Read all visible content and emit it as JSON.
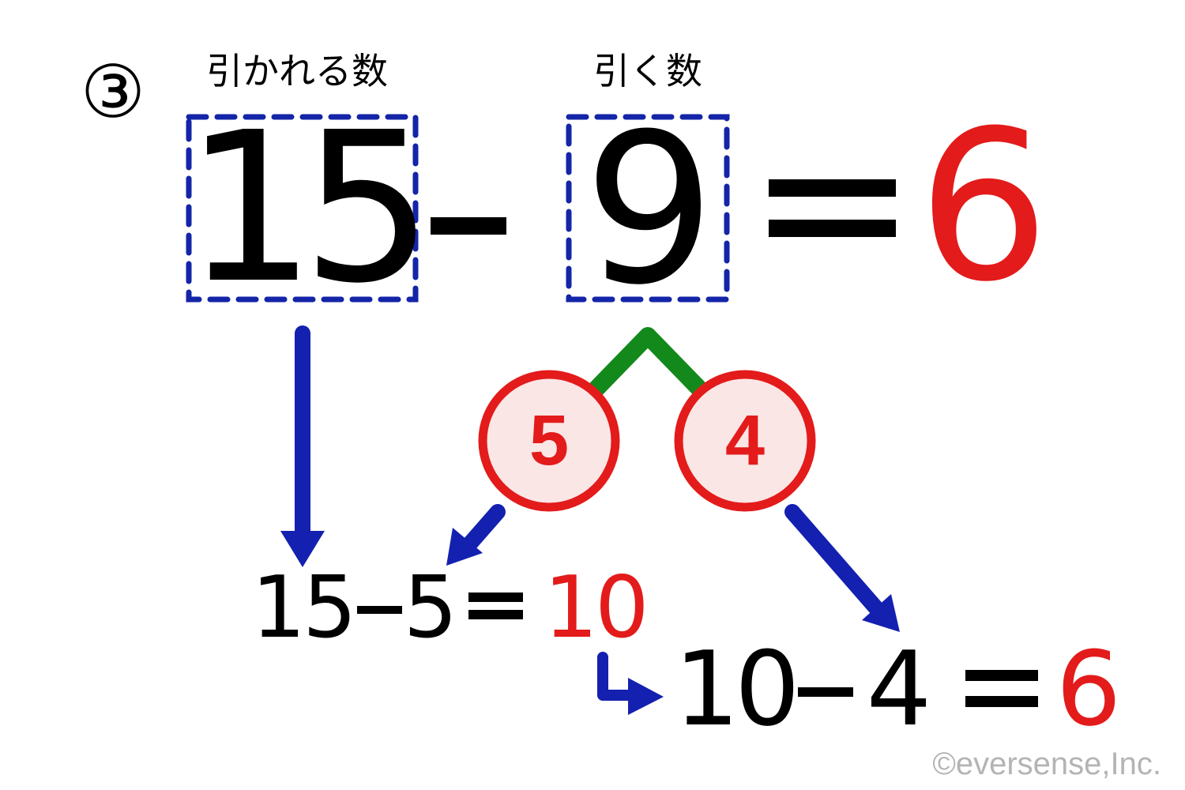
{
  "problem": {
    "number_marker": "③",
    "minuend_label": "引かれる数",
    "subtrahend_label": "引く数",
    "minuend": "15",
    "minus": "−",
    "subtrahend": "9",
    "equals": "＝",
    "answer": "6"
  },
  "decomposition": {
    "left_part": "5",
    "right_part": "4"
  },
  "step1": {
    "a": "15",
    "minus": "−",
    "b": "5",
    "equals": "＝",
    "result": "10"
  },
  "step2": {
    "a": "10",
    "minus": "−",
    "b": "4",
    "equals": "＝",
    "result": "6"
  },
  "footer": {
    "copyright": "©eversense,Inc."
  },
  "colors": {
    "text": "#000000",
    "answer_red": "#e31b1b",
    "box_blue": "#1425a8",
    "arrow_blue": "#1420b0",
    "branch_green": "#13891c",
    "circle_fill": "#fbe6e6",
    "circle_stroke": "#e31b1b",
    "copyright_gray": "#b4b4b4"
  }
}
